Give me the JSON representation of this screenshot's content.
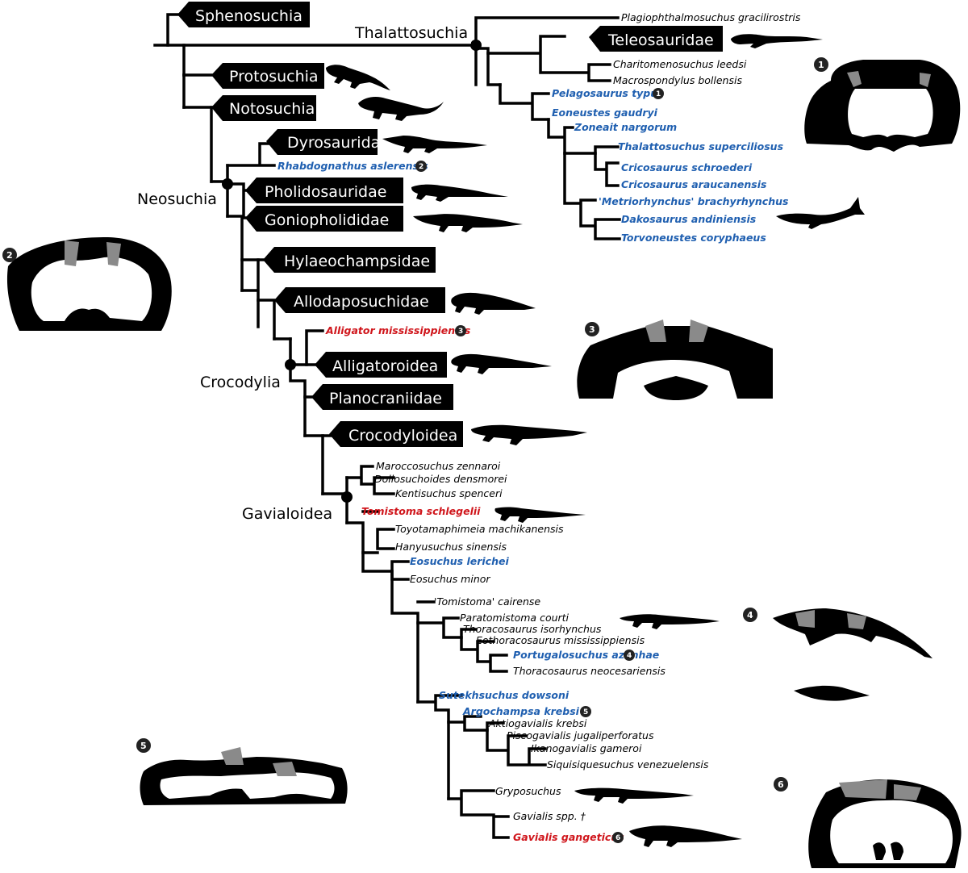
{
  "colors": {
    "branch": "#000000",
    "highlight_blue": "#1f5fb0",
    "highlight_red": "#d0161c",
    "bone_black": "#000000",
    "bone_grey": "#8a8a8a"
  },
  "groups": {
    "thalattosuchia": "Thalattosuchia",
    "neosuchia": "Neosuchia",
    "crocodylia": "Crocodylia",
    "gavialoidea": "Gavialoidea"
  },
  "clades": {
    "sphenosuchia": "Sphenosuchia",
    "teleosauridae": "Teleosauridae",
    "protosuchia": "Protosuchia",
    "notosuchia": "Notosuchia",
    "dyrosauridae": "Dyrosauridae",
    "pholidosauridae": "Pholidosauridae",
    "goniopholididae": "Goniopholididae",
    "hylaeochampsidae": "Hylaeochampsidae",
    "allodaposuchidae": "Allodaposuchidae",
    "alligatoroidea": "Alligatoroidea",
    "planocraniidae": "Planocraniidae",
    "crocodyloidea": "Crocodyloidea"
  },
  "taxa": {
    "plagiophthalmosuchus": "Plagiophthalmosuchus gracilirostris",
    "charitomenosuchus": "Charitomenosuchus leedsi",
    "macrospondylus": "Macrospondylus bollensis",
    "pelagosaurus": "Pelagosaurus typus",
    "eoneustes": "Eoneustes gaudryi",
    "zoneait": "Zoneait nargorum",
    "thalattosuchus": "Thalattosuchus superciliosus",
    "cricosaurus_s": "Cricosaurus schroederi",
    "cricosaurus_a": "Cricosaurus araucanensis",
    "metriorhynchus": "'Metriorhynchus' brachyrhynchus",
    "dakosaurus": "Dakosaurus andiniensis",
    "torvoneustes": "Torvoneustes coryphaeus",
    "rhabdognathus": "Rhabdognathus aslerensis",
    "alligator": "Alligator mississippiensis",
    "maroccosuchus": "Maroccosuchus zennaroi",
    "dollosuchoides": "Dollosuchoides densmorei",
    "kentisuchus": "Kentisuchus spenceri",
    "tomistoma": "Tomistoma schlegelii",
    "toyotamaphimeia": "Toyotamaphimeia machikanensis",
    "hanyusuchus": "Hanyusuchus sinensis",
    "eosuchus_l": "Eosuchus lerichei",
    "eosuchus_m": "Eosuchus minor",
    "tomistoma_c": "'Tomistoma' cairense",
    "paratomistoma": "Paratomistoma courti",
    "thoracosaurus_i": "Thoracosaurus isorhynchus",
    "eothoracosaurus": "Eothoracosaurus mississippiensis",
    "portugalosuchus": "Portugalosuchus azenhae",
    "thoracosaurus_n": "Thoracosaurus neocesariensis",
    "sutekhsuchus": "Sutekhsuchus dowsoni",
    "argochampsa": "Argochampsa krebsi",
    "aktiogavialis": "Aktiogavialis krebsi",
    "piscogavialis": "Piscogavialis jugaliperforatus",
    "ikanogavialis": "Ikanogavialis gameroi",
    "siquisiquesuchus": "Siquisiquesuchus venezuelensis",
    "gryposuchus": "Gryposuchus",
    "gavialis_spp": "Gavialis spp. †",
    "gavialis_g": "Gavialis gangeticus"
  },
  "markers": {
    "n1": "1",
    "n2": "2",
    "n3": "3",
    "n4": "4",
    "n5": "5",
    "n6": "6"
  }
}
